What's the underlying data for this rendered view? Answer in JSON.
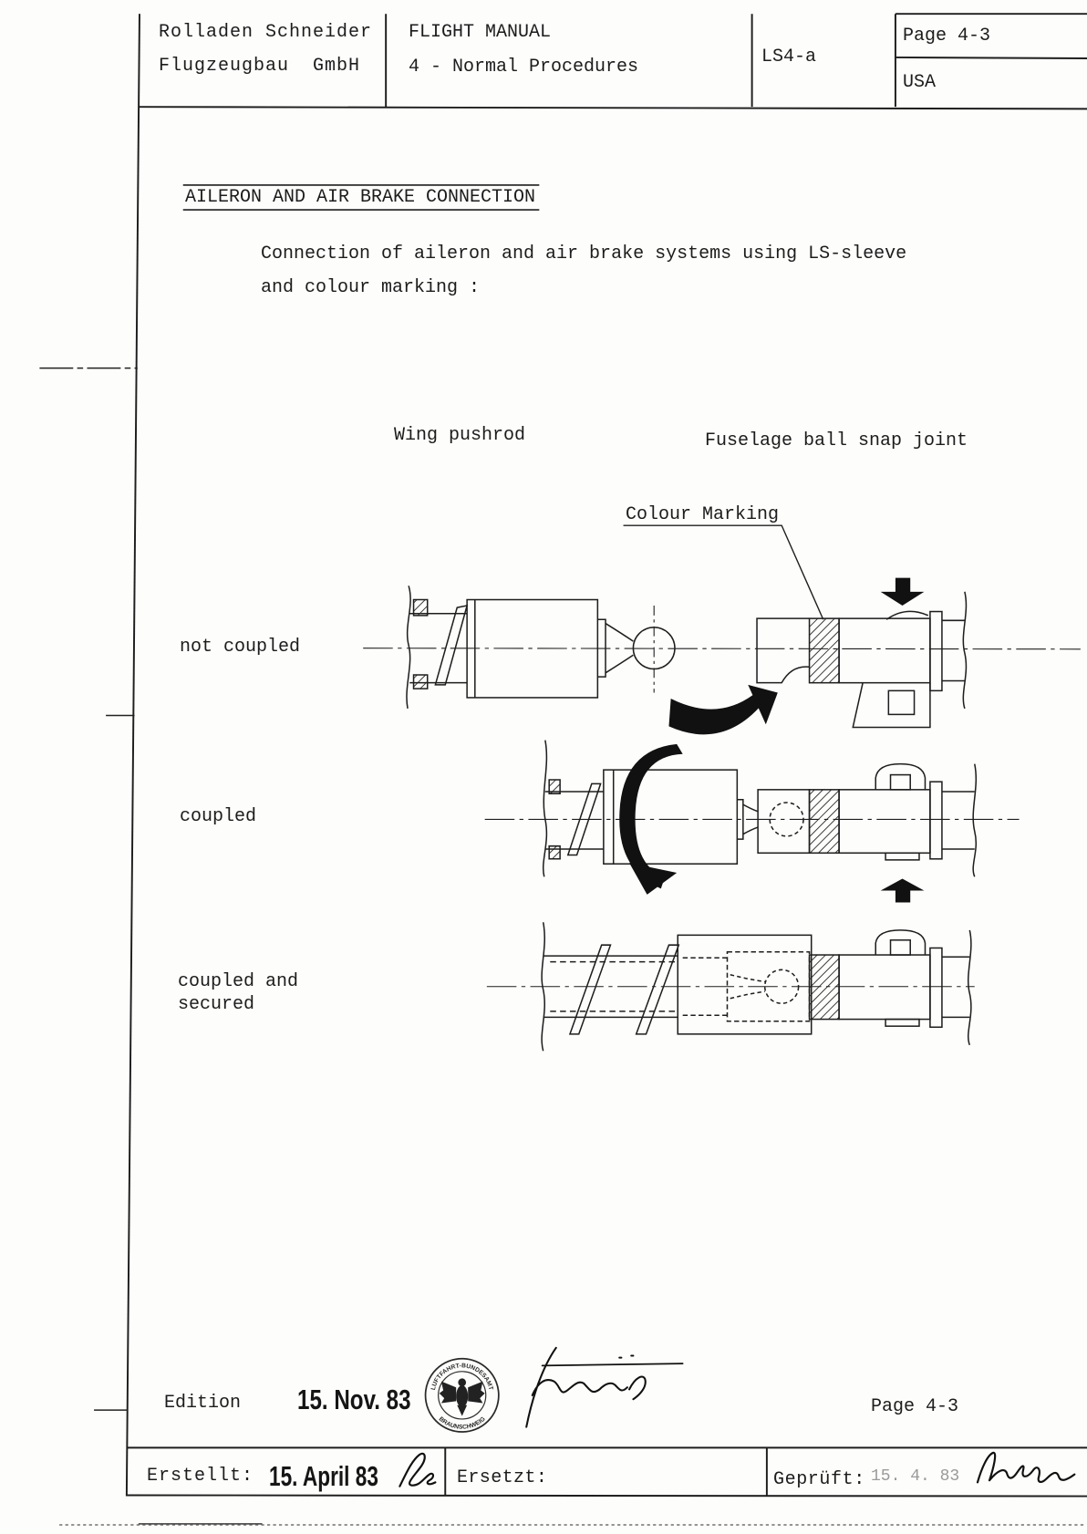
{
  "header": {
    "company_line1": "Rolladen Schneider",
    "company_line2": "Flugzeugbau  GmbH",
    "manual_title": "FLIGHT MANUAL",
    "section": "4 - Normal Procedures",
    "model": "LS4-a",
    "page": "Page 4-3",
    "country": "USA"
  },
  "section_title": "AILERON AND AIR BRAKE CONNECTION",
  "intro": [
    "Connection of aileron and air brake systems using LS-sleeve",
    "and colour marking :"
  ],
  "diagram": {
    "wing_label": "Wing pushrod",
    "fuselage_label": "Fuselage ball snap joint",
    "marking_label": "Colour Marking",
    "states": {
      "not_coupled": "not coupled",
      "coupled": "coupled",
      "secured_line1": "coupled and",
      "secured_line2": "secured"
    }
  },
  "seal": {
    "top_text": "LUFTFAHRT-BUNDESAMT",
    "bottom_text": "BRAUNSCHWEIG"
  },
  "footer": {
    "edition_label": "Edition",
    "edition_date": "15. Nov. 83",
    "page": "Page 4-3",
    "created_label": "Erstellt:",
    "created_date": "15. April 83",
    "replaced_label": "Ersetzt:",
    "checked_label": "Geprüft:",
    "checked_date": "15. 4. 83"
  },
  "colors": {
    "ink": "#1e1e1e",
    "paper": "#fdfdfb",
    "faint_stamp": "#9a9a9a"
  }
}
